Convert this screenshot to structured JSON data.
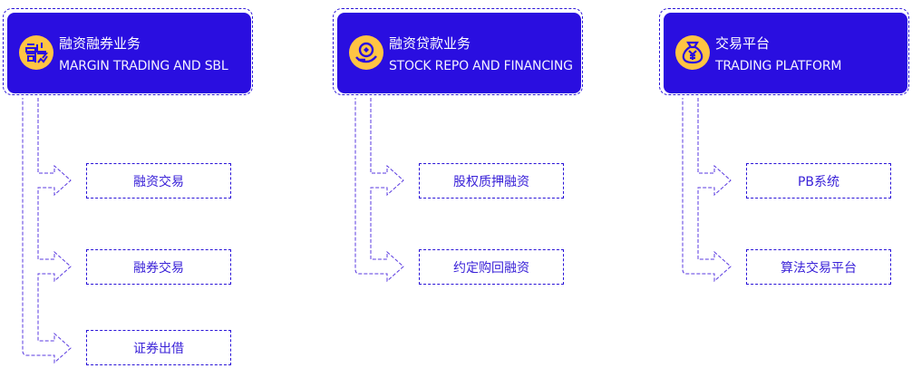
{
  "colors": {
    "card_fill": "#2a0ee0",
    "dash_stroke": "#2a14d8",
    "arrow_stroke": "#6a4ae8",
    "icon_fill": "#ffc443",
    "child_text": "#3a22d8"
  },
  "groups": [
    {
      "icon": "rong-character-icon",
      "title_cn": "融资融券业务",
      "title_en": "MARGIN TRADING AND SBL",
      "children": [
        {
          "label": "融资交易"
        },
        {
          "label": "融券交易"
        },
        {
          "label": "证券出借"
        }
      ]
    },
    {
      "icon": "coin-in-hand-icon",
      "title_cn": "融资贷款业务",
      "title_en": "STOCK REPO AND FINANCING",
      "children": [
        {
          "label": "股权质押融资"
        },
        {
          "label": "约定购回融资"
        }
      ]
    },
    {
      "icon": "money-bag-yen-icon",
      "title_cn": "交易平台",
      "title_en": "TRADING PLATFORM",
      "children": [
        {
          "label": "PB系统"
        },
        {
          "label": "算法交易平台"
        }
      ]
    }
  ]
}
